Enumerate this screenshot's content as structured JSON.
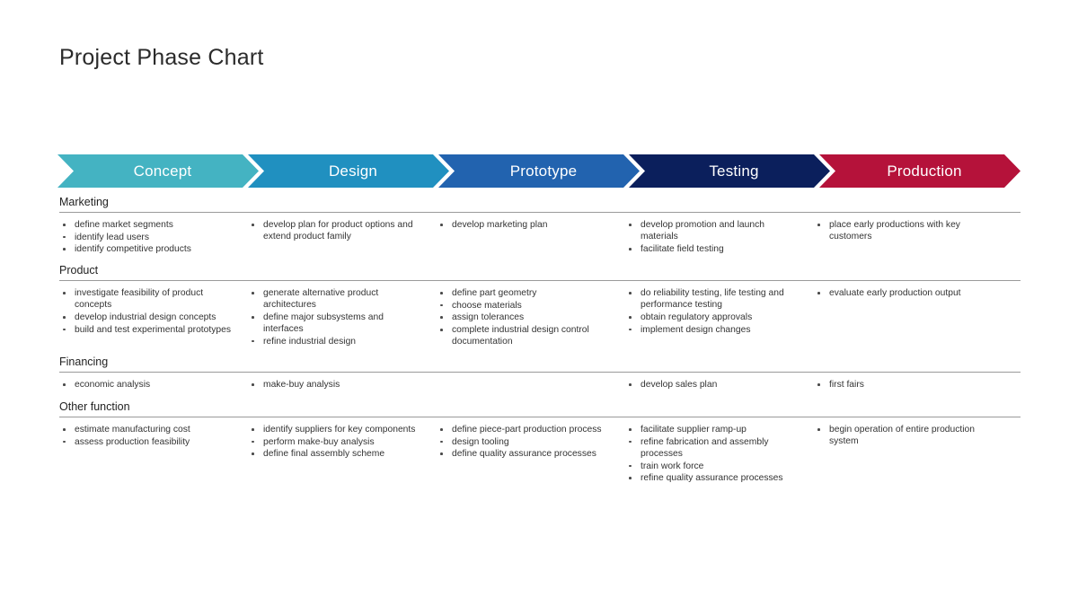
{
  "title": "Project Phase Chart",
  "phases": [
    {
      "label": "Concept",
      "color": "#44B3C2"
    },
    {
      "label": "Design",
      "color": "#2090C0"
    },
    {
      "label": "Prototype",
      "color": "#2263AF"
    },
    {
      "label": "Testing",
      "color": "#0B1F5C"
    },
    {
      "label": "Production",
      "color": "#B5123A"
    }
  ],
  "sections": [
    {
      "title": "Marketing",
      "columns": [
        {
          "phase": "Concept",
          "items": [
            "define market segments",
            "identify lead users",
            "identify competitive products"
          ]
        },
        {
          "phase": "Design",
          "items": [
            "develop plan for product options and extend product family"
          ]
        },
        {
          "phase": "Prototype",
          "items": [
            "develop marketing plan"
          ]
        },
        {
          "phase": "Testing",
          "items": [
            "develop promotion and launch materials",
            "facilitate field testing"
          ]
        },
        {
          "phase": "Production",
          "items": [
            "place early productions with key customers"
          ]
        }
      ]
    },
    {
      "title": "Product",
      "columns": [
        {
          "phase": "Concept",
          "items": [
            "investigate feasibility of product concepts",
            "develop industrial design concepts",
            "build and test experimental prototypes"
          ]
        },
        {
          "phase": "Design",
          "items": [
            "generate alternative product architectures",
            "define major subsystems and interfaces",
            "refine industrial design"
          ]
        },
        {
          "phase": "Prototype",
          "items": [
            "define part geometry",
            "choose materials",
            "assign tolerances",
            "complete industrial design control documentation"
          ]
        },
        {
          "phase": "Testing",
          "items": [
            "do reliability testing, life testing and performance testing",
            "obtain regulatory approvals",
            "implement design changes"
          ]
        },
        {
          "phase": "Production",
          "items": [
            "evaluate early production output"
          ]
        }
      ]
    },
    {
      "title": "Financing",
      "columns": [
        {
          "phase": "Concept",
          "items": [
            "economic analysis"
          ]
        },
        {
          "phase": "Design",
          "items": [
            "make-buy analysis"
          ]
        },
        {
          "phase": "Prototype",
          "items": []
        },
        {
          "phase": "Testing",
          "items": [
            "develop sales plan"
          ]
        },
        {
          "phase": "Production",
          "items": [
            "first fairs"
          ]
        }
      ]
    },
    {
      "title": "Other function",
      "columns": [
        {
          "phase": "Concept",
          "items": [
            "estimate manufacturing cost",
            "assess production feasibility"
          ]
        },
        {
          "phase": "Design",
          "items": [
            "identify suppliers for key components",
            "perform make-buy analysis",
            "define final assembly scheme"
          ]
        },
        {
          "phase": "Prototype",
          "items": [
            "define piece-part production process",
            "design tooling",
            "define quality assurance processes"
          ]
        },
        {
          "phase": "Testing",
          "items": [
            "facilitate supplier ramp-up",
            "refine fabrication and assembly processes",
            "train work force",
            "refine quality assurance processes"
          ]
        },
        {
          "phase": "Production",
          "items": [
            "begin operation of entire production system"
          ]
        }
      ]
    }
  ],
  "layout": {
    "section_tops": [
      218,
      294,
      396,
      446
    ]
  }
}
